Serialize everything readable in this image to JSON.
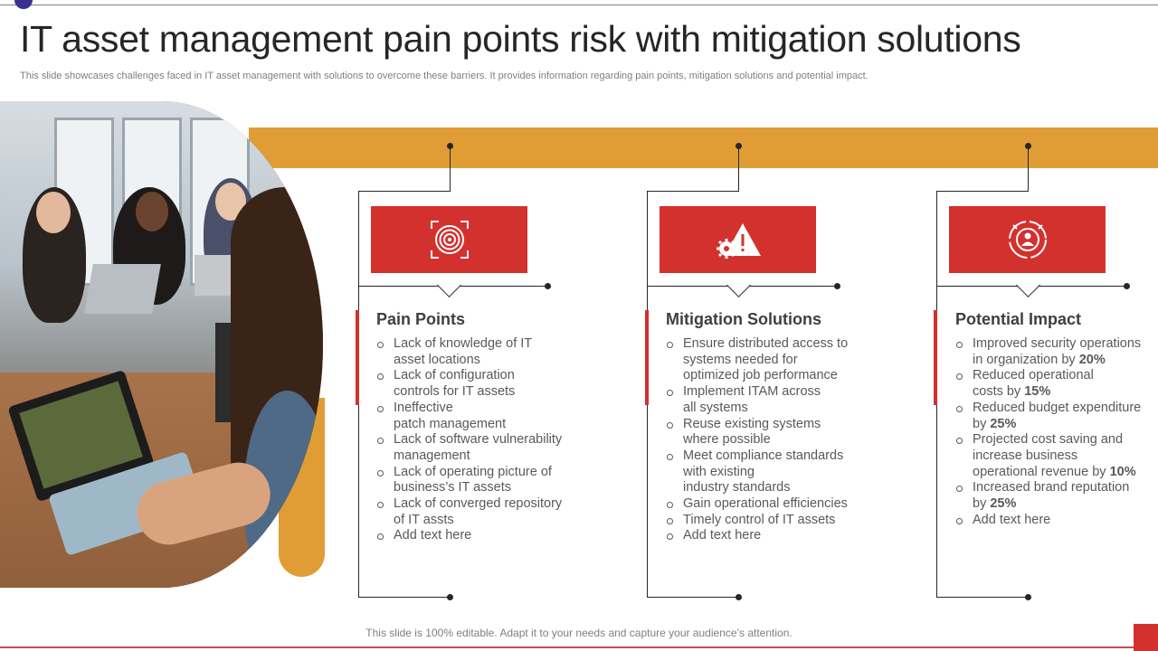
{
  "title": "IT asset management pain points risk with mitigation solutions",
  "subtitle": "This slide showcases challenges faced in IT asset management with solutions to overcome these barriers. It provides information regarding pain points, mitigation solutions and potential impact.",
  "columns": [
    {
      "icon": "target-icon",
      "heading": "Pain Points",
      "items": [
        [
          "Lack of knowledge of IT",
          "asset locations"
        ],
        [
          "Lack of configuration",
          "controls for IT assets"
        ],
        [
          "Ineffective",
          "patch management"
        ],
        [
          "Lack of software vulnerability",
          "management"
        ],
        [
          "Lack of operating picture of",
          "business’s IT assets"
        ],
        [
          "Lack of converged repository",
          "of IT assts"
        ],
        [
          "Add text here"
        ]
      ]
    },
    {
      "icon": "warning-gear-icon",
      "heading": "Mitigation Solutions",
      "items": [
        [
          "Ensure distributed access to",
          "systems needed for",
          "optimized job performance"
        ],
        [
          "Implement ITAM  across",
          "all systems"
        ],
        [
          "Reuse existing systems",
          "where possible"
        ],
        [
          "Meet compliance standards",
          "with existing",
          "industry standards"
        ],
        [
          "Gain operational efficiencies"
        ],
        [
          "Timely control of IT assets"
        ],
        [
          "Add text here"
        ]
      ]
    },
    {
      "icon": "impact-user-icon",
      "heading": "Potential Impact",
      "items": [
        [
          "Improved security operations",
          "in organization by ",
          "20%"
        ],
        [
          "Reduced operational",
          "costs by ",
          "15%"
        ],
        [
          "Reduced budget expenditure",
          "by ",
          "25%"
        ],
        [
          "Projected cost saving and",
          "increase business",
          "operational revenue by ",
          "10%"
        ],
        [
          "Increased brand reputation",
          "by ",
          "25%"
        ],
        [
          "Add text here"
        ]
      ]
    }
  ],
  "footer": "This slide is 100% editable. Adapt it to your needs and capture your audience’s attention."
}
